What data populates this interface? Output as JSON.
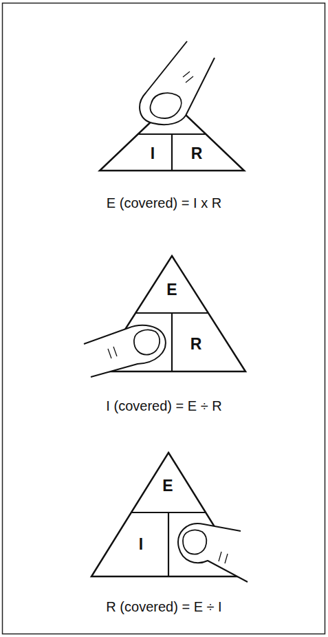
{
  "diagram": {
    "nodes": [
      {
        "text": [
          "I",
          "R"
        ]
      },
      {
        "text": [
          "E",
          "R"
        ]
      },
      {
        "text": [
          "E",
          "I"
        ]
      }
    ],
    "labels": [
      "E (covered) = I x R",
      "I (covered) = E ÷ R",
      "R (covered) = E ÷ I"
    ]
  }
}
